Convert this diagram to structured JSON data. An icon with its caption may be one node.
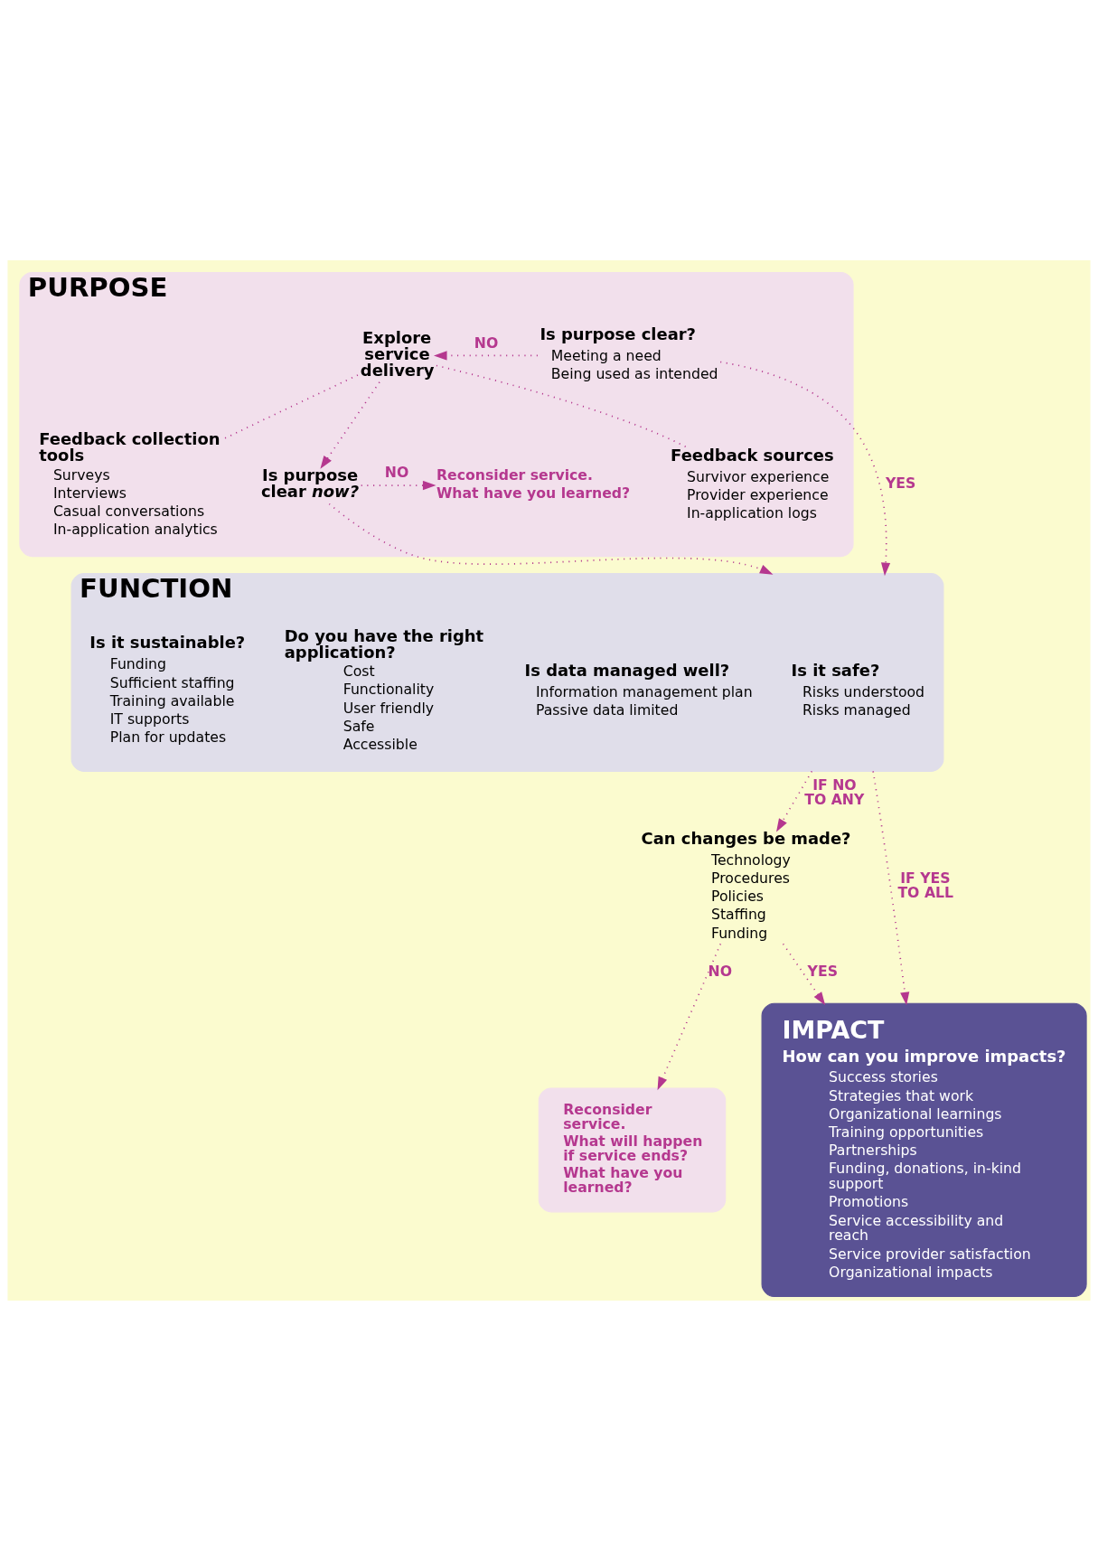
{
  "diagram": {
    "nodes": [
      {
        "text": [
          "PURPOSE"
        ]
      },
      {
        "text": [
          "Is purpose clear?",
          "Meeting a need",
          "Being used as intended"
        ],
        "in": 0
      },
      {
        "text": [
          "Explore service delivery"
        ],
        "in": 0
      },
      {
        "text": [
          "Feedback sources",
          "Survivor experience",
          "Provider experience",
          "In-application logs"
        ],
        "in": 0
      },
      {
        "text": [
          "Feedback collection tools",
          "Surveys",
          "Interviews",
          "Casual conversations",
          "In-application analytics"
        ],
        "in": 0
      },
      {
        "text": [
          "Is purpose clear *now?*"
        ],
        "in": 0
      },
      {
        "text": [
          "Reconsider service.",
          "What have you learned?"
        ],
        "in": 0
      },
      {
        "text": [
          "FUNCTION"
        ]
      },
      {
        "text": [
          "Is it safe?",
          "Risks understood",
          "Risks managed"
        ],
        "in": 7
      },
      {
        "text": [
          "Is data managed well?",
          "Information management plan",
          "Passive data limited"
        ],
        "in": 7
      },
      {
        "text": [
          "Do you have the right application?",
          "Cost",
          "Functionality",
          "User friendly",
          "Safe",
          "Accessible"
        ],
        "in": 7
      },
      {
        "text": [
          "Is it sustainable?",
          "Funding",
          "Sufficient staffing",
          "Training available",
          "IT supports",
          "Plan for updates"
        ],
        "in": 7
      },
      {
        "text": [
          "Can changes be made?",
          "Technology",
          "Procedures",
          "Policies",
          "Staffing",
          "Funding"
        ]
      },
      {
        "text": [
          "IMPACT",
          "How can you improve impacts?",
          "Success stories",
          "Strategies that work",
          "Organizational learnings",
          "Training opportunities",
          "Partnerships",
          "Funding, donations, in-kind support",
          "Promotions",
          "Service accessibility and reach",
          "Service provider satisfaction",
          "Organizational impacts"
        ]
      },
      {
        "text": [
          "Reconsider service.",
          "What will happen if service ends?",
          "What have you learned?"
        ]
      }
    ],
    "edges": [
      {
        "from": 1,
        "to": 2,
        "label": "NO",
        "arrow": "to"
      },
      {
        "from": 2,
        "to": 3,
        "arrow": "none"
      },
      {
        "from": 2,
        "to": 4,
        "arrow": "none"
      },
      {
        "from": 2,
        "to": 5,
        "arrow": "to"
      },
      {
        "from": 1,
        "to": 7,
        "label": "YES",
        "arrow": "to"
      },
      {
        "from": 5,
        "to": 7,
        "arrow": "to"
      },
      {
        "from": 5,
        "to": 6,
        "label": "NO",
        "arrow": "to"
      },
      {
        "from": 7,
        "to": 13,
        "label": "IF YES TO ALL",
        "arrow": "to"
      },
      {
        "from": 7,
        "to": 12,
        "label": "IF NO TO ANY",
        "arrow": "to"
      },
      {
        "from": 12,
        "to": 14,
        "label": "NO",
        "arrow": "to"
      },
      {
        "from": 12,
        "to": 13,
        "label": "YES",
        "arrow": "to"
      }
    ]
  }
}
